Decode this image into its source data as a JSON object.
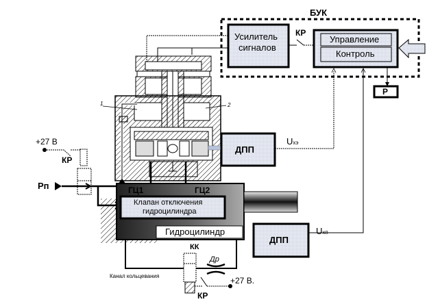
{
  "diagram": {
    "buk": {
      "title": "БУК"
    },
    "amplifier": {
      "line1": "Усилитель",
      "line2": "сигналов"
    },
    "control_unit": {
      "top": "Управление",
      "bottom": "Контроль"
    },
    "relay_top": "КР",
    "output_p": "Р",
    "dpp_top": {
      "label": "ДПП",
      "signal": "U",
      "signal_sub": "хэ"
    },
    "dpp_bottom": {
      "label": "ДПП",
      "signal": "U",
      "signal_sub": "хп"
    },
    "supply_left": {
      "voltage": "+27 В",
      "relay": "КР"
    },
    "supply_bottom": {
      "voltage": "+27 В.",
      "relay": "КР"
    },
    "pressure_in": "Рп",
    "gc1": "ГЦ1",
    "gc2": "ГЦ2",
    "valve": {
      "line1": "Клапан отключения",
      "line2": "гидроцилиндра"
    },
    "cylinder": "Гидроцилиндр",
    "kk": "КК",
    "throttle": "Др",
    "ring_channel": "Канал кольцевания",
    "callout_1": "1",
    "callout_2": "2",
    "colors": {
      "box_fill": "#e4e8f0",
      "line": "#000000"
    }
  }
}
